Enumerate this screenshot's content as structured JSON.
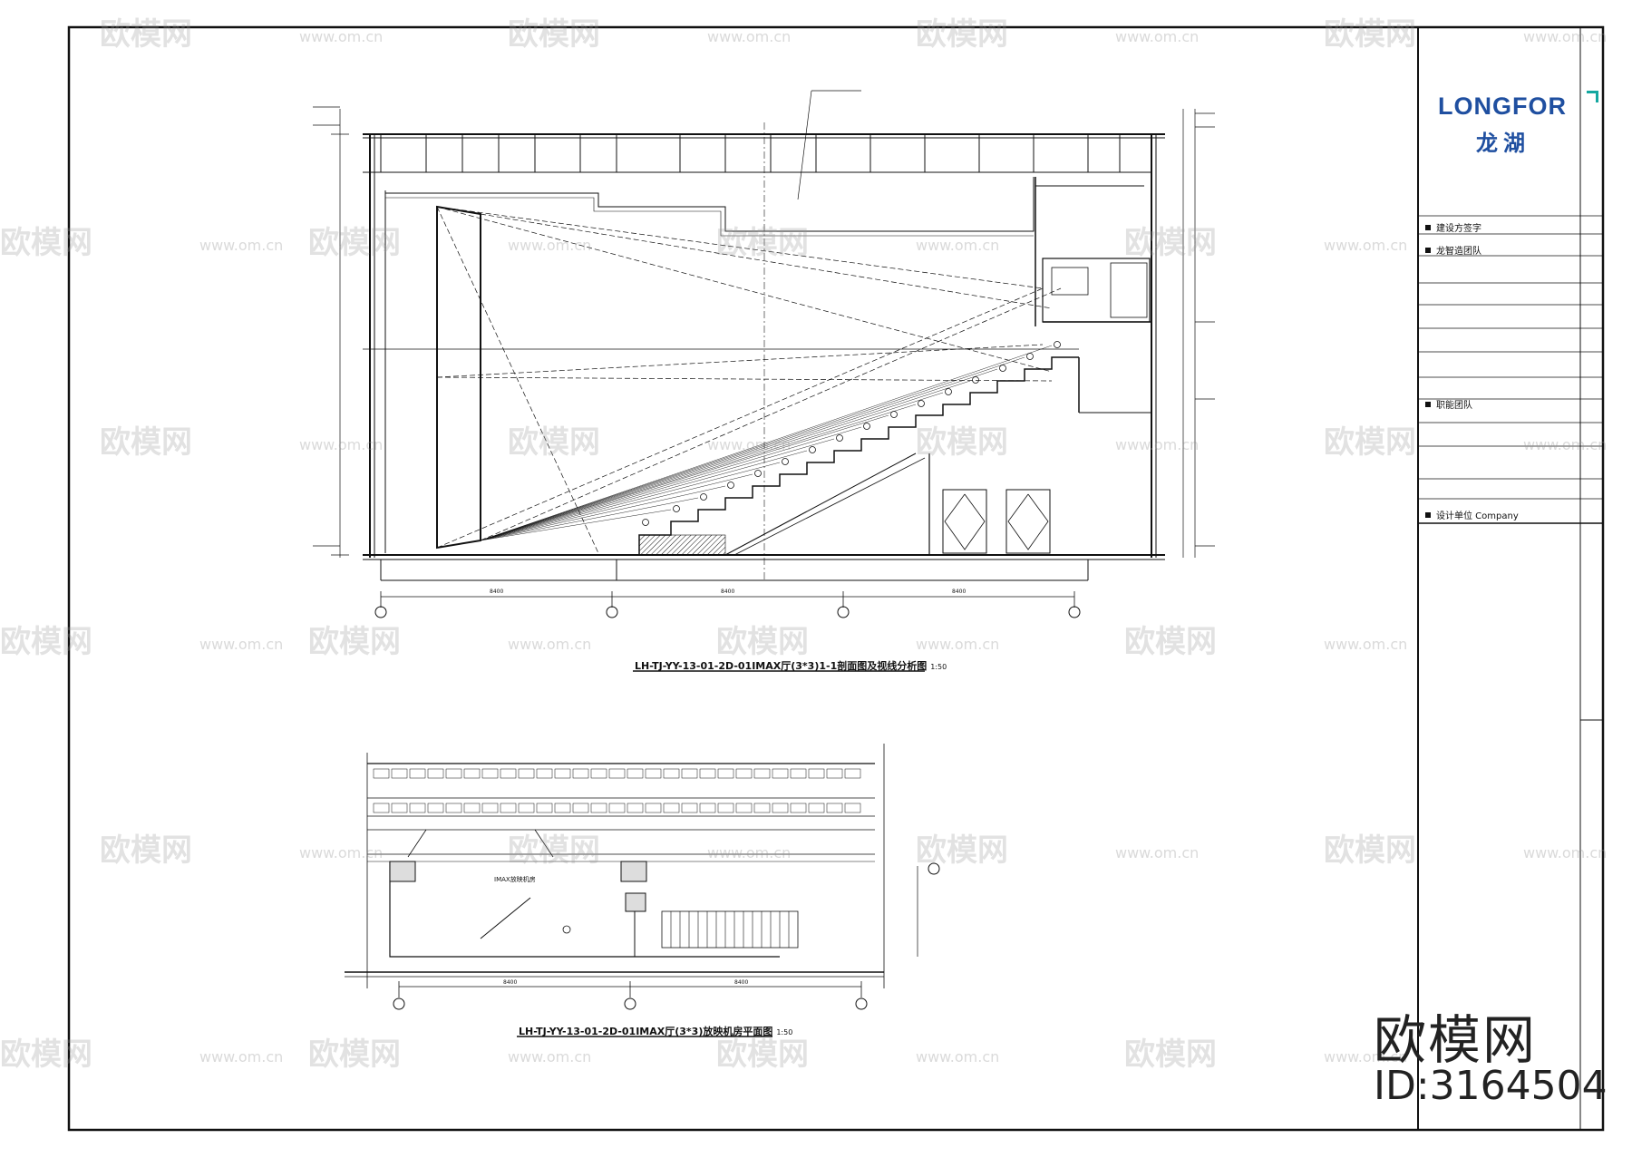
{
  "brand": {
    "logo_en": "LONGFOR",
    "logo_cn": "龙湖"
  },
  "titleblock": {
    "rows": [
      {
        "label": "建设方签字"
      },
      {
        "label": "龙智造团队"
      },
      {
        "label": "职能团队"
      },
      {
        "label": "设计单位   Company"
      }
    ]
  },
  "drawings": {
    "section": {
      "caption": "LH-TJ-YY-13-01-2D-01IMAX厅(3*3)1-1剖面图及视线分析图",
      "scale": "1:50",
      "dims_bottom": [
        "8400",
        "8400",
        "8400"
      ]
    },
    "plan": {
      "caption": "LH-TJ-YY-13-01-2D-01IMAX厅(3*3)放映机房平面图",
      "scale": "1:50",
      "dims_bottom": [
        "8400",
        "8400"
      ],
      "room_label": "IMAX放映机房"
    }
  },
  "watermark": {
    "brand_cn": "欧模网",
    "url": "www.om.cn",
    "big_text": "欧模网",
    "id_text": "ID:3164504"
  },
  "colors": {
    "line": "#111111",
    "logo_blue": "#1f4fa0",
    "logo_teal": "#14a7a0",
    "watermark_gray": "#969696"
  }
}
